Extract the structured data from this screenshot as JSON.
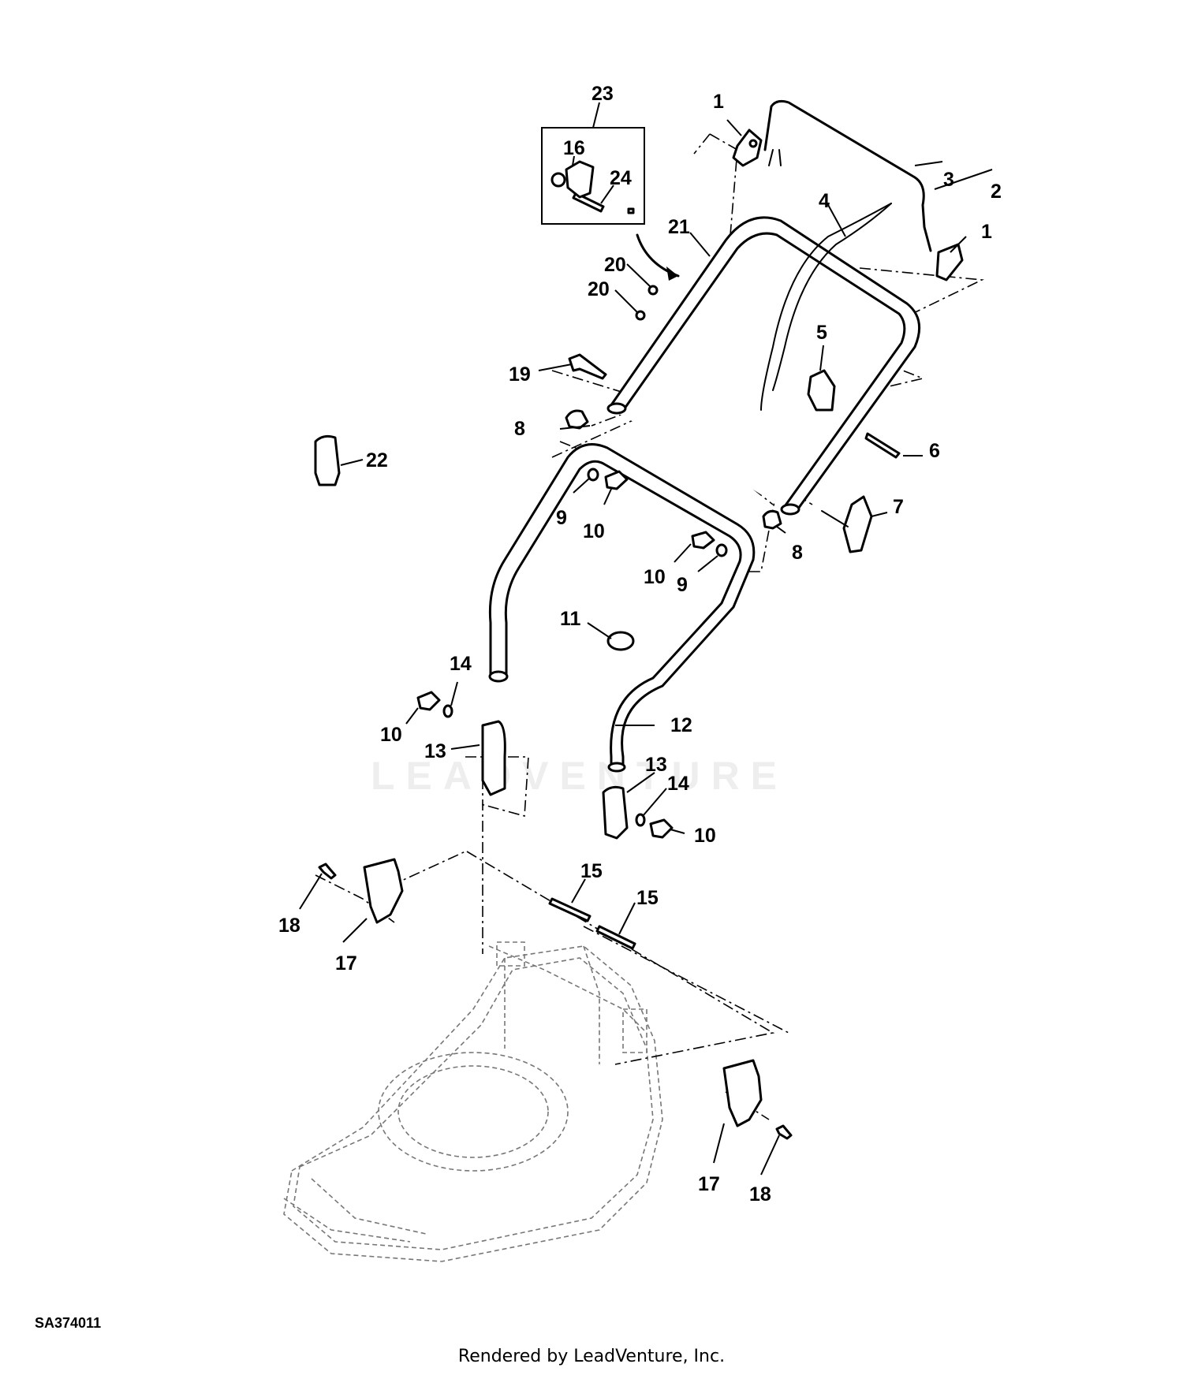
{
  "diagram_code": "SA374011",
  "footer_text": "Rendered by LeadVenture, Inc.",
  "watermark_text": "LEADVENTURE",
  "callouts": [
    "1",
    "1",
    "2",
    "3",
    "4",
    "5",
    "6",
    "7",
    "8",
    "8",
    "9",
    "9",
    "10",
    "10",
    "10",
    "10",
    "11",
    "12",
    "13",
    "13",
    "14",
    "14",
    "15",
    "15",
    "16",
    "17",
    "17",
    "18",
    "18",
    "19",
    "20",
    "20",
    "21",
    "22",
    "23",
    "24"
  ]
}
